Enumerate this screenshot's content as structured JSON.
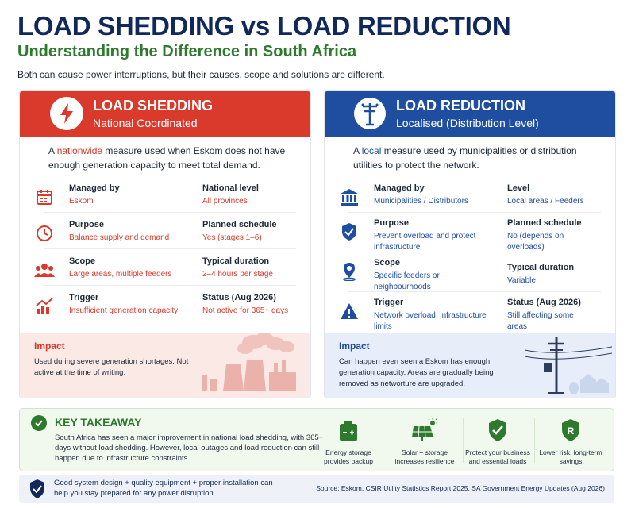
{
  "header": {
    "title": "LOAD SHEDDING vs LOAD REDUCTION",
    "subtitle": "Understanding the Difference in South Africa",
    "intro": "Both can cause power interruptions, but their causes, scope and solutions are different."
  },
  "colors": {
    "red": "#d93a2b",
    "blue": "#1f4ea0",
    "navy": "#10295a",
    "green": "#2d7a2d"
  },
  "load_shedding": {
    "title": "LOAD SHEDDING",
    "subtitle": "National Coordinated",
    "desc_pre": "A ",
    "desc_highlight": "nationwide",
    "desc_post": " measure used when Eskom does not have enough generation capacity to meet total demand.",
    "rows": [
      {
        "icon": "calendar-icon",
        "label": "Managed by",
        "value": "Eskom",
        "label2": "National level",
        "value2": "All provinces"
      },
      {
        "icon": "clock-icon",
        "label": "Purpose",
        "value": "Balance supply and demand",
        "label2": "Planned schedule",
        "value2": "Yes (stages 1–6)"
      },
      {
        "icon": "people-icon",
        "label": "Scope",
        "value": "Large areas, multiple feeders",
        "label2": "Typical duration",
        "value2": "2–4 hours per stage"
      },
      {
        "icon": "bar-chart-icon",
        "label": "Trigger",
        "value": "Insufficient generation capacity",
        "label2": "Status (Aug 2026)",
        "value2": "Not active for 365+ days"
      }
    ],
    "impact_title": "Impact",
    "impact_text": "Used during severe generation shortages. Not active at the time of writing."
  },
  "load_reduction": {
    "title": "LOAD REDUCTION",
    "subtitle": "Localised (Distribution Level)",
    "desc_pre": "A ",
    "desc_highlight": "local",
    "desc_post": " measure used by municipalities or distribution utilities to protect the network.",
    "rows": [
      {
        "icon": "building-icon",
        "label": "Managed by",
        "value": "Municipalities / Distributors",
        "label2": "Level",
        "value2": "Local areas / Feeders"
      },
      {
        "icon": "shield-icon",
        "label": "Purpose",
        "value": "Prevent overload and protect infrastructure",
        "label2": "Planned schedule",
        "value2": "No (depends on overloads)"
      },
      {
        "icon": "location-pin-icon",
        "label": "Scope",
        "value": "Specific feeders or neighbourhoods",
        "label2": "Typical duration",
        "value2": "Variable"
      },
      {
        "icon": "warning-icon",
        "label": "Trigger",
        "value": "Network overload, infrastructure limits",
        "label2": "Status (Aug 2026)",
        "value2": "Still affecting some areas"
      }
    ],
    "impact_title": "Impact",
    "impact_text": "Can happen even seen a Eskom has enough generation capacity. Areas are gradually being removed as networture are upgraded."
  },
  "takeaway": {
    "title": "KEY TAKEAWAY",
    "text": "South Africa has seen a major improvement in national load shedding, with 365+ days without load shedding. However, local outages and load reduction can still happen due to infrastructure constraints.",
    "items": [
      {
        "icon": "battery-icon",
        "caption": "Energy storage provides backup"
      },
      {
        "icon": "solar-panel-icon",
        "caption": "Solar + storage increases resilience"
      },
      {
        "icon": "shield-check-icon",
        "caption": "Protect your business and essential loads"
      },
      {
        "icon": "money-shield-icon",
        "caption": "Lower risk, long-term savings"
      }
    ]
  },
  "footer": {
    "text": "Good system design + quality equipment + proper installation can help you stay prepared for any power disruption.",
    "source": "Source: Eskom, CSIR Utility Statistics Report 2025, SA Government Energy Updates (Aug 2026)"
  }
}
